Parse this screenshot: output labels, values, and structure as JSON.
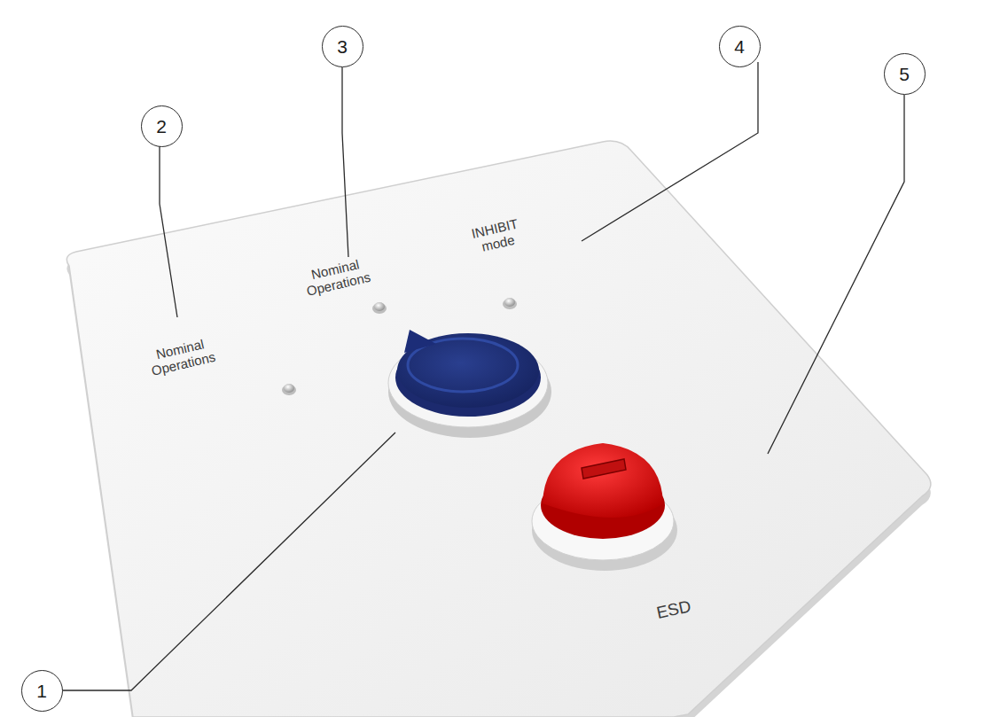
{
  "diagram": {
    "nodes": [
      {
        "text": [
          "1"
        ]
      },
      {
        "text": [
          "2"
        ]
      },
      {
        "text": [
          "3"
        ]
      },
      {
        "text": [
          "4"
        ]
      },
      {
        "text": [
          "5"
        ]
      }
    ],
    "labels": [
      "Nominal Operations",
      "Nominal Operations",
      "INHIBIT mode",
      "ESD"
    ]
  }
}
